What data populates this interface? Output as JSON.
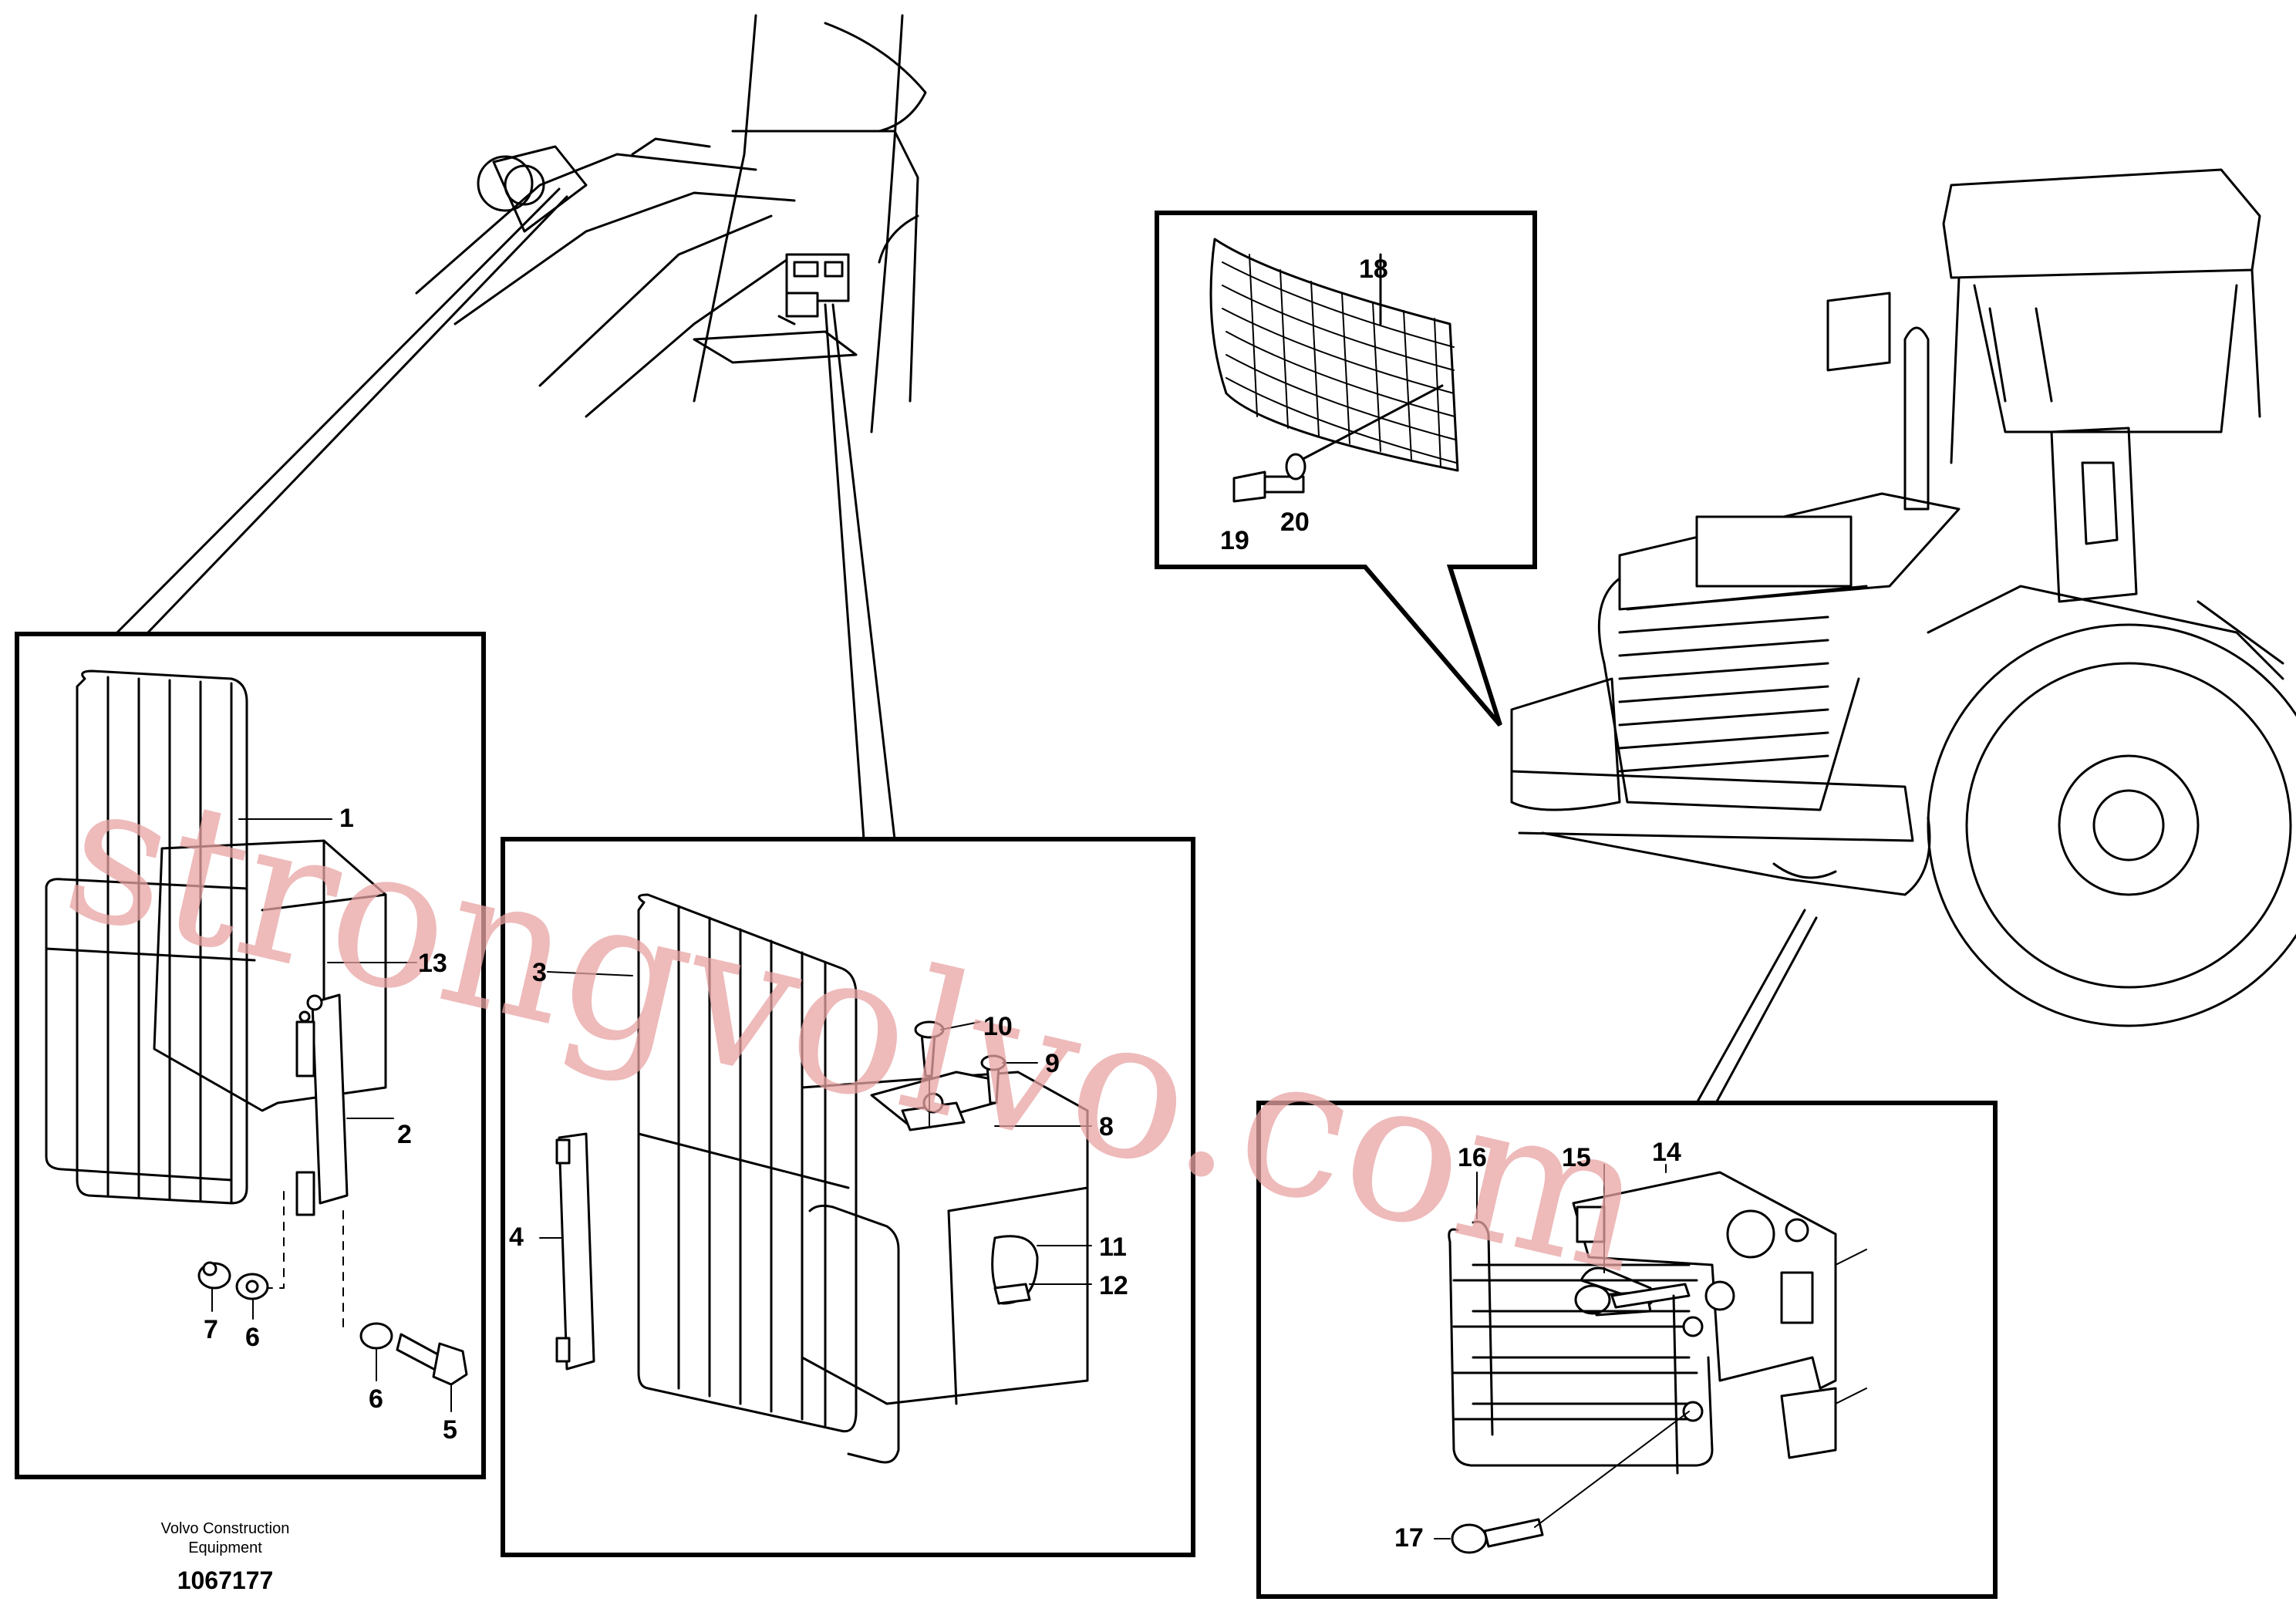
{
  "callouts": [
    "1",
    "2",
    "3",
    "4",
    "5",
    "6",
    "6",
    "7",
    "8",
    "9",
    "10",
    "11",
    "12",
    "13",
    "14",
    "15",
    "16",
    "17",
    "18",
    "19",
    "20"
  ],
  "footer": {
    "line1": "Volvo Construction",
    "line2": "Equipment",
    "drawing_number": "1067177"
  },
  "watermark": "strongvolvo.com",
  "colors": {
    "line": "#000000",
    "watermark": "#e8a3a3",
    "background": "#ffffff"
  }
}
